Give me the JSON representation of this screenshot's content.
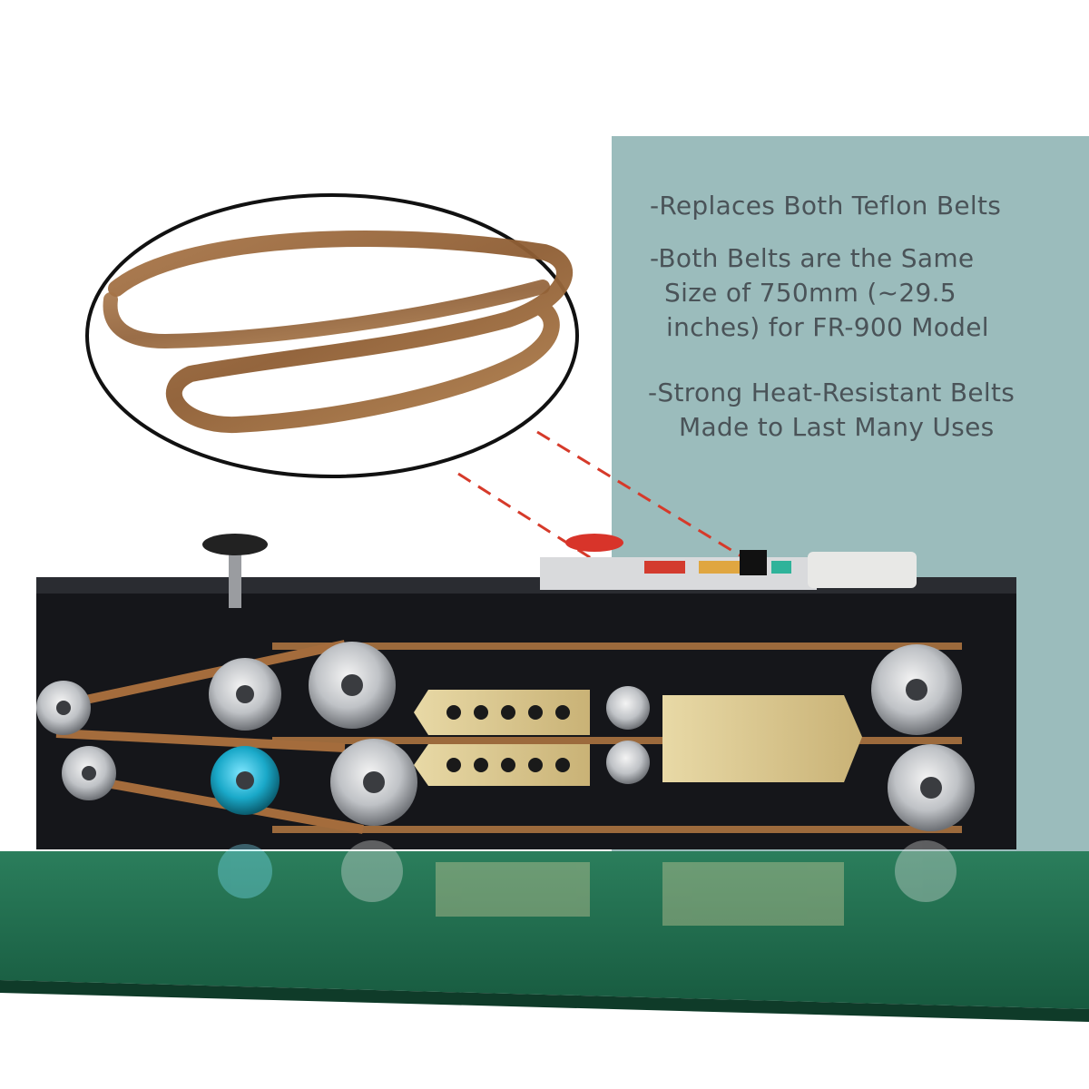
{
  "features": [
    {
      "lines": [
        "-Replaces Both Teflon Belts"
      ]
    },
    {
      "lines": [
        "-Both Belts are the Same",
        "Size of 750mm (~29.5",
        "inches) for FR-900 Model"
      ]
    },
    {
      "lines": [
        "-Strong Heat-Resistant Belts",
        "Made to Last Many Uses"
      ]
    }
  ],
  "colors": {
    "panel": "#9bbcbc",
    "text": "#4a5358",
    "belt": "#9c6a3c",
    "arrow": "#d63a2a",
    "machine": "#15161a",
    "conveyor": "#1d6b4c"
  }
}
